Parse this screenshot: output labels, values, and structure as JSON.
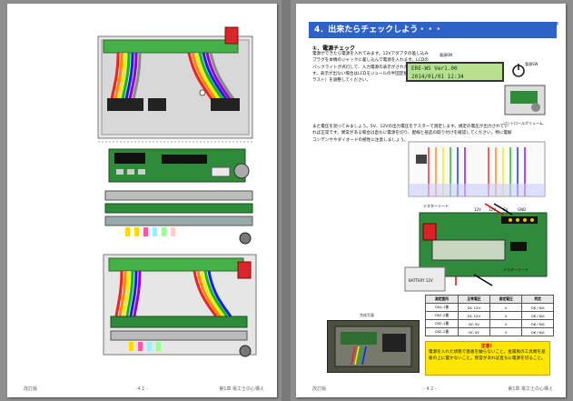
{
  "left_page": {
    "footer_left": "改訂版",
    "footer_center": "- 4 1 -",
    "footer_right": "第1章 電工士の心構え"
  },
  "right_page": {
    "header": "4．出来たらチェックしよう・・・",
    "page_number": "4",
    "subheading": "①．電源チェック",
    "paragraph1": "電源ができたら電源を入れてみます。12Vアダプタの差し込みプラグを本機のジャックに差し込んで電源を入れます。LCDのバックライトが点灯して、入力電源の表示がされたら成功です。表示が出ない場合はLCDモジュールの半固定抵抗（コントラスト）を調整してください。",
    "paragraph2": "また電圧を測ってみましょう。5V、12Vの出力電圧をテスターで測定します。規定の電圧が出力されていれば正常です。異常がある場合は直ちに電源を切り、配線と部品の取り付けを確認してください。特に電解コンデンサやダイオードの極性に注意しましょう。",
    "lcd_line1": "ERE-WS Ver1.00",
    "lcd_line2": "2014/01/01 12:34",
    "label_power_on": "電源ON",
    "label_switch": "電源SW",
    "label_photo_power": "コントロールボリューム",
    "label_tester1": "テスターリード",
    "label_tester2": "テスターリード",
    "label_12v_a": "12V",
    "label_12v_b": "12V",
    "label_5v": "5V",
    "label_gnd": "GND",
    "label_battery": "BATTERY 12V",
    "photo_caption": "完成写真",
    "table": {
      "headers": [
        "測定箇所",
        "正常電圧",
        "測定電圧",
        "判定"
      ],
      "rows": [
        [
          "CN1-1番",
          "DC 12V",
          "V",
          "OK / NG"
        ],
        [
          "CN1-2番",
          "DC 12V",
          "V",
          "OK / NG"
        ],
        [
          "CN2-1番",
          "DC 5V",
          "V",
          "OK / NG"
        ],
        [
          "CN2-2番",
          "DC 5V",
          "V",
          "OK / NG"
        ]
      ]
    },
    "note_title": "注意！",
    "note_body": "電源を入れた状態で基板を触らないこと。金属製の工具類を基板の上に置かないこと。異常があれば直ちに電源を切ること。",
    "footer_left": "改訂版",
    "footer_center": "- 4 2 -",
    "footer_right": "第1章 電工士の心構え"
  },
  "colors": {
    "header_blue": "#2f62c7",
    "board_green": "#2e8b3a",
    "note_yellow": "#ffe600",
    "lcd_green": "#b7e08f"
  }
}
